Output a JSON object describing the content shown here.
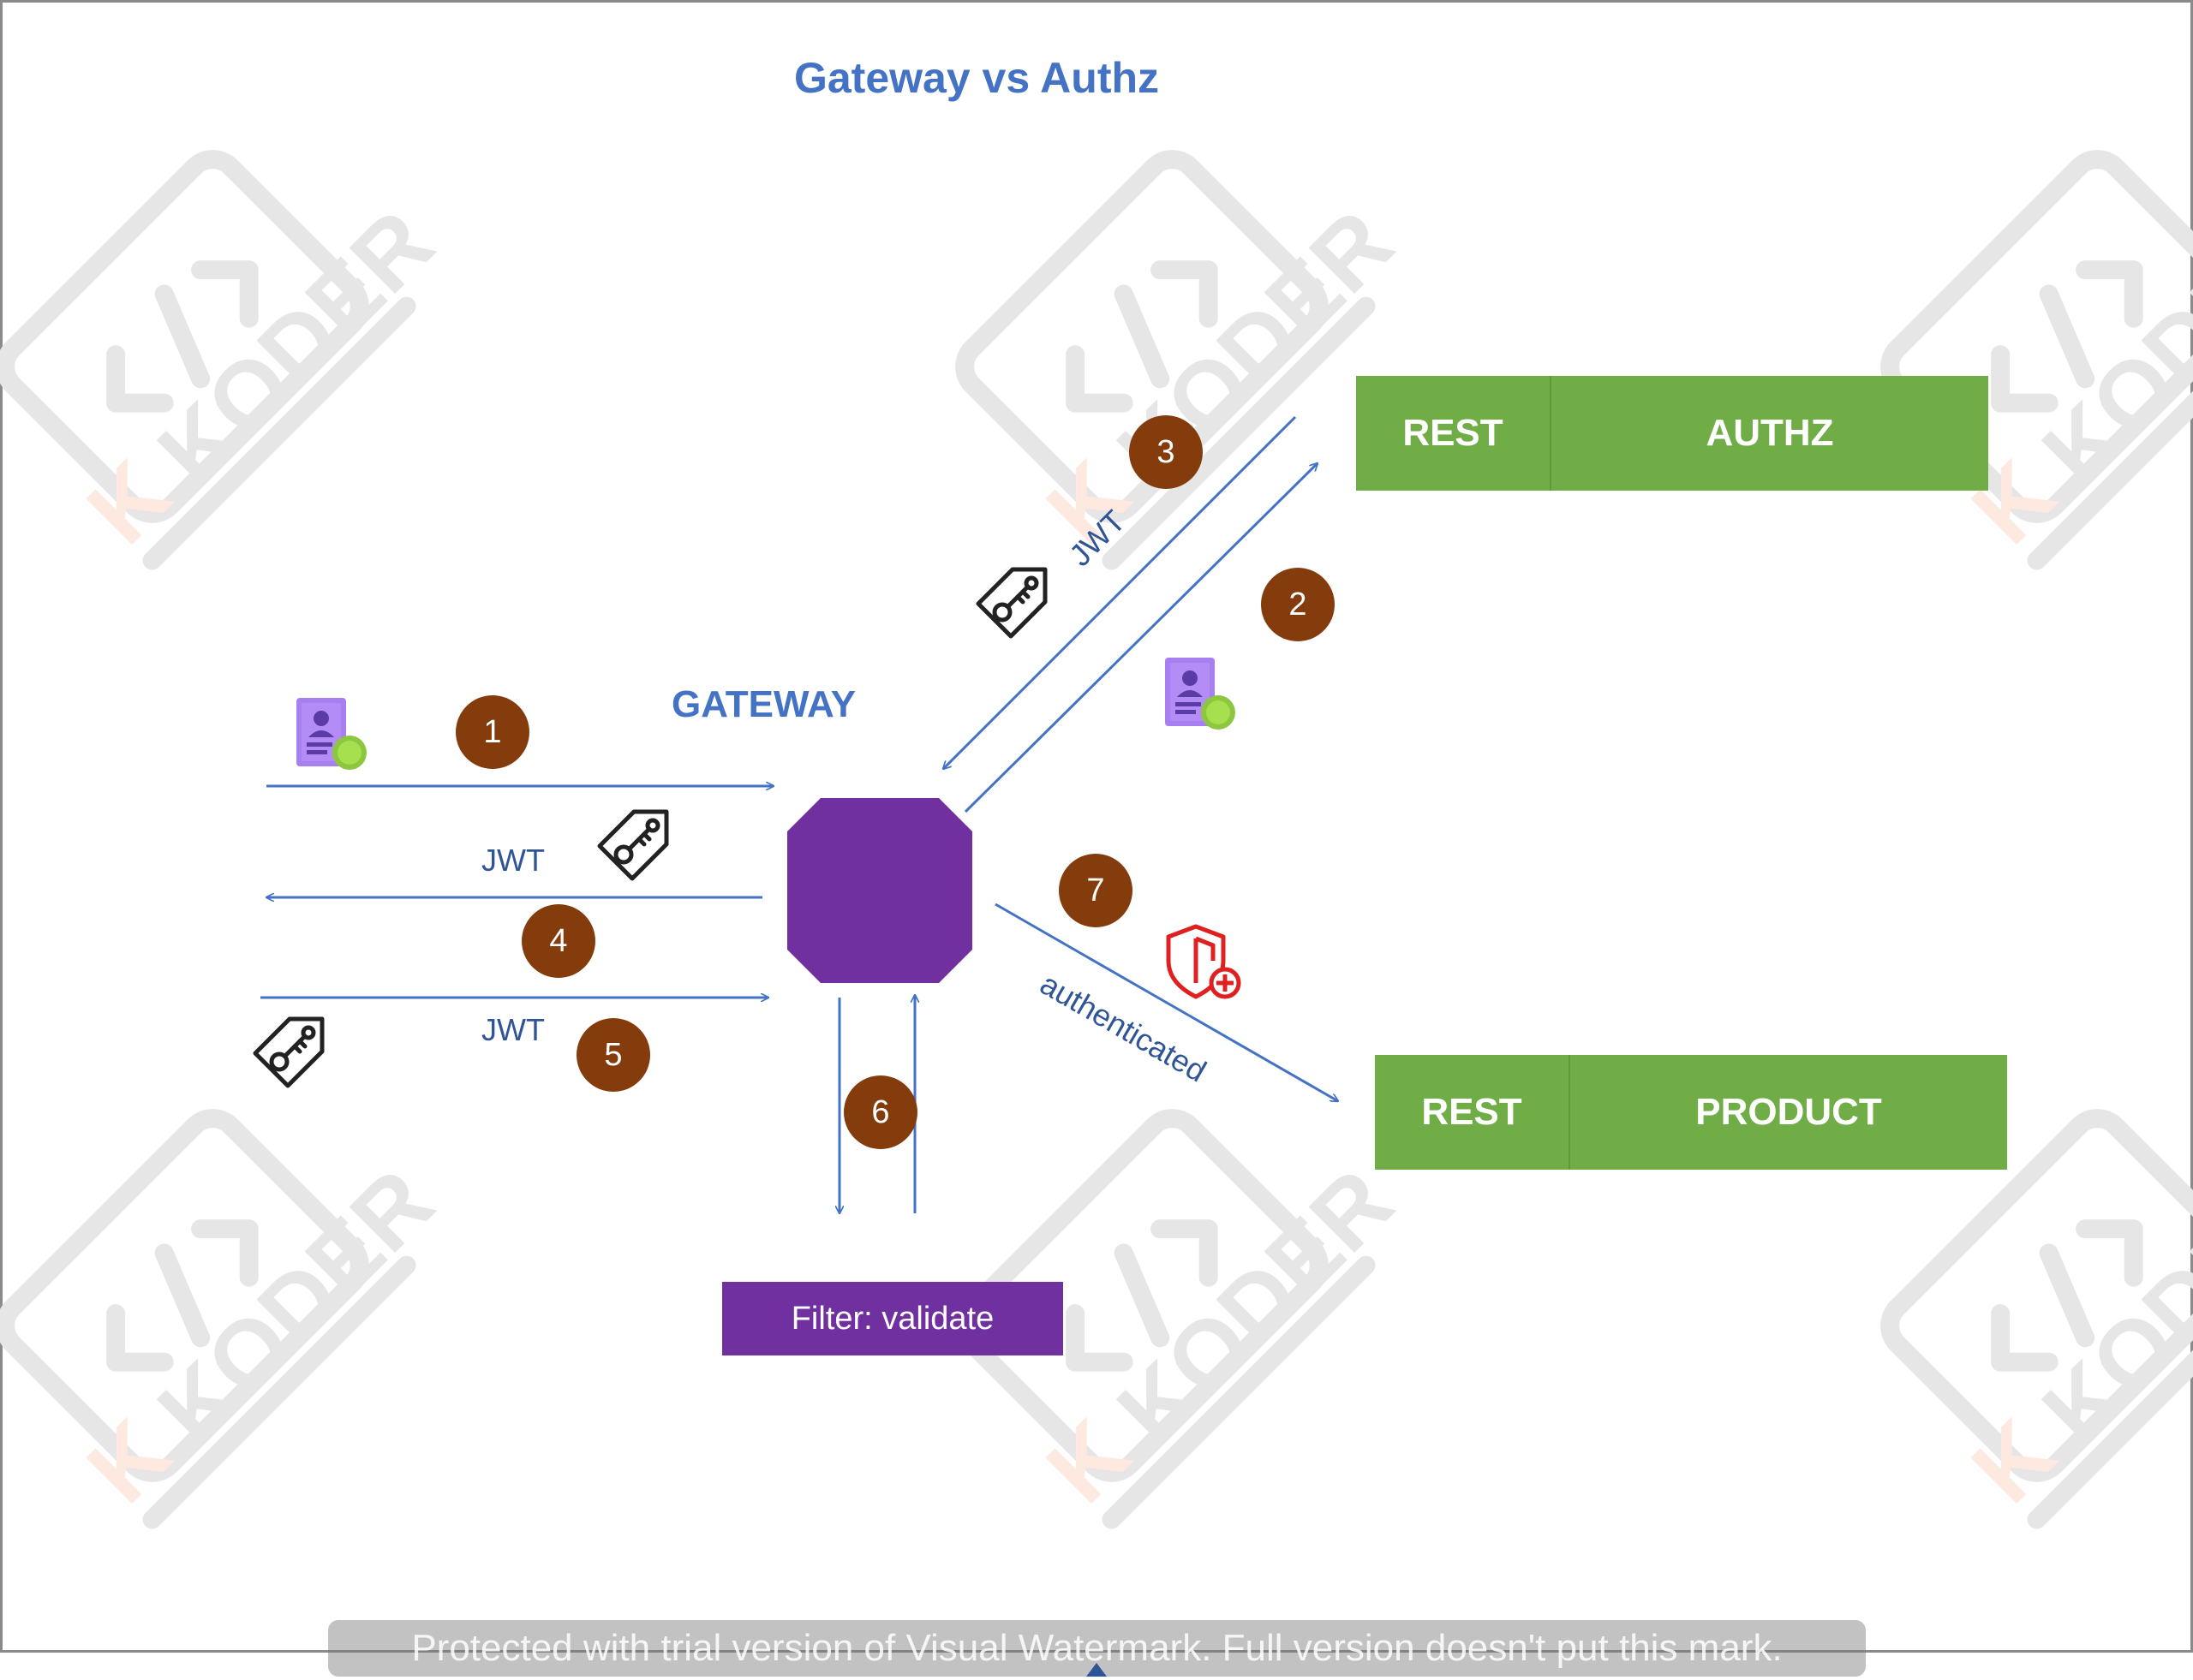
{
  "diagram": {
    "title": "Gateway vs Authz",
    "gateway_label": "GATEWAY",
    "authz_service": {
      "left": "REST",
      "right": "AUTHZ"
    },
    "product_service": {
      "left": "REST",
      "right": "PRODUCT"
    },
    "filter_label": "Filter: validate",
    "steps": [
      "1",
      "2",
      "3",
      "4",
      "5",
      "6",
      "7"
    ],
    "labels": {
      "jwt_step3": "JWT",
      "jwt_step4": "JWT",
      "jwt_step5": "JWT",
      "authenticated": "authenticated"
    },
    "colors": {
      "title": "#4472c4",
      "arrows": "#4472c4",
      "service": "#70ad47",
      "gateway": "#7030a0",
      "step_badge": "#843c0c"
    },
    "icons": [
      "credentials-icon",
      "key-tag-icon",
      "shield-plus-icon",
      "koder-watermark-logo"
    ],
    "watermark_text": "Protected with trial version of Visual Watermark. Full version doesn't put this mark."
  }
}
